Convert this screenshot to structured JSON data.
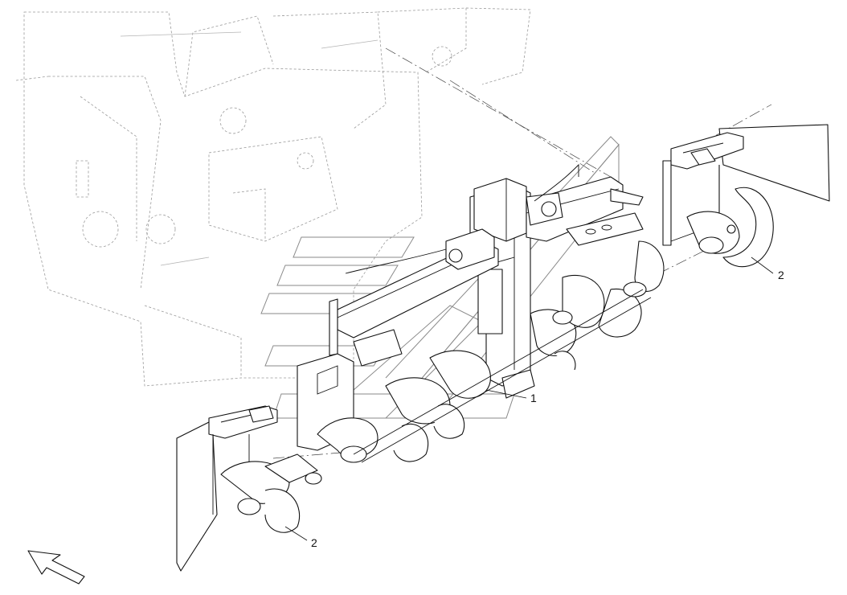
{
  "diagram": {
    "callouts": [
      {
        "id": "callout-1",
        "label": "1"
      },
      {
        "id": "callout-2-right",
        "label": "2"
      },
      {
        "id": "callout-2-left",
        "label": "2"
      }
    ],
    "colors": {
      "line": "#111111",
      "ghost": "#9a9a9a",
      "watermark": "#8a8a8a",
      "background": "#ffffff"
    },
    "icons": [
      "orientation-arrow-icon",
      "watermark-logo-icon"
    ]
  }
}
